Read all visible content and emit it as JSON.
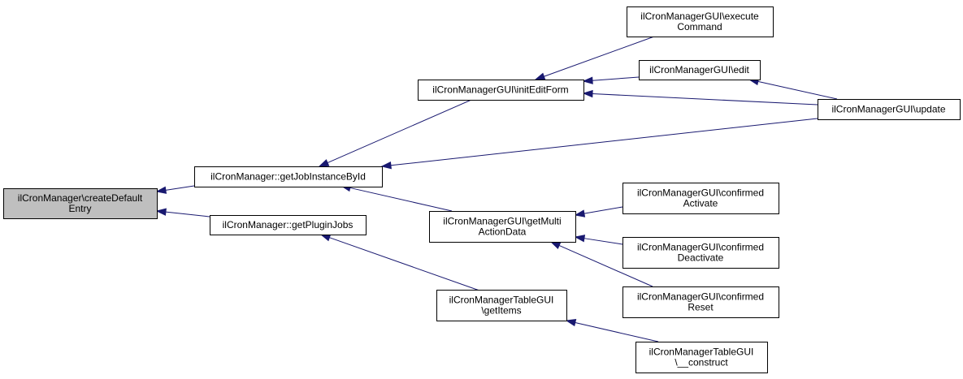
{
  "diagram": {
    "nodes": [
      {
        "id": "root",
        "lines": [
          "ilCronManager\\createDefault",
          "Entry"
        ],
        "highlighted": true
      },
      {
        "id": "getJob",
        "lines": [
          "ilCronManager::getJobInstanceById"
        ]
      },
      {
        "id": "getPlg",
        "lines": [
          "ilCronManager::getPluginJobs"
        ]
      },
      {
        "id": "initEF",
        "lines": [
          "ilCronManagerGUI\\initEditForm"
        ]
      },
      {
        "id": "getMAD",
        "lines": [
          "ilCronManagerGUI\\getMulti",
          "ActionData"
        ]
      },
      {
        "id": "tblGI",
        "lines": [
          "ilCronManagerTableGUI",
          "\\getItems"
        ]
      },
      {
        "id": "exec",
        "lines": [
          "ilCronManagerGUI\\execute",
          "Command"
        ]
      },
      {
        "id": "edit",
        "lines": [
          "ilCronManagerGUI\\edit"
        ]
      },
      {
        "id": "upd",
        "lines": [
          "ilCronManagerGUI\\update"
        ]
      },
      {
        "id": "cAct",
        "lines": [
          "ilCronManagerGUI\\confirmed",
          "Activate"
        ]
      },
      {
        "id": "cDeact",
        "lines": [
          "ilCronManagerGUI\\confirmed",
          "Deactivate"
        ]
      },
      {
        "id": "cReset",
        "lines": [
          "ilCronManagerGUI\\confirmed",
          "Reset"
        ]
      },
      {
        "id": "tblCon",
        "lines": [
          "ilCronManagerTableGUI",
          "\\__construct"
        ]
      }
    ],
    "edges": [
      {
        "from": "getJob",
        "to": "root"
      },
      {
        "from": "getPlg",
        "to": "root"
      },
      {
        "from": "initEF",
        "to": "getJob"
      },
      {
        "from": "upd",
        "to": "getJob"
      },
      {
        "from": "getMAD",
        "to": "getJob"
      },
      {
        "from": "tblGI",
        "to": "getPlg"
      },
      {
        "from": "exec",
        "to": "initEF"
      },
      {
        "from": "edit",
        "to": "initEF"
      },
      {
        "from": "upd",
        "to": "initEF"
      },
      {
        "from": "upd",
        "to": "edit"
      },
      {
        "from": "cAct",
        "to": "getMAD"
      },
      {
        "from": "cDeact",
        "to": "getMAD"
      },
      {
        "from": "cReset",
        "to": "getMAD"
      },
      {
        "from": "tblCon",
        "to": "tblGI"
      }
    ],
    "colors": {
      "edge": "#191970",
      "highlight_fill": "#bfbfbf",
      "border": "#000000",
      "background": "#ffffff"
    }
  }
}
